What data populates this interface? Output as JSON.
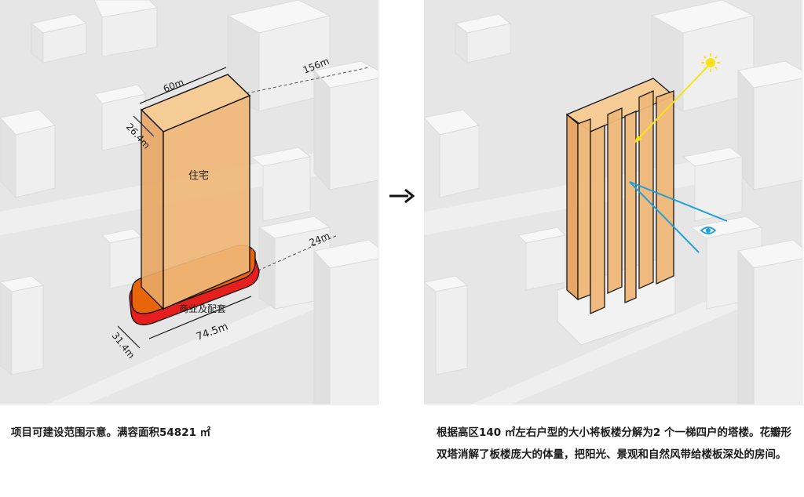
{
  "left": {
    "labels": {
      "residential": "住宅",
      "commercial": "商业及配套",
      "width": "60m",
      "depth": "26.4m",
      "setback_far": "156m",
      "setback_near": "24m",
      "podium_length": "74.5m",
      "podium_depth": "31.4m"
    },
    "caption": "项目可建设范围示意。满容面积54821 ㎡"
  },
  "right": {
    "caption": "根据高区140 ㎡左右户型的大小将板楼分解为2 个一梯四户的塔楼。花瓣形双塔消解了板楼庞大的体量，把阳光、景观和自然风带给楼板深处的房间。"
  },
  "colors": {
    "tower": "#f0b878",
    "podium_top": "#e8650a",
    "podium_side": "#e51e1e",
    "sun": "#f7e21c",
    "view_line": "#1fa0d8"
  },
  "icons": {
    "arrow": "right-arrow-icon",
    "sun": "sun-icon",
    "eye": "eye-icon"
  }
}
